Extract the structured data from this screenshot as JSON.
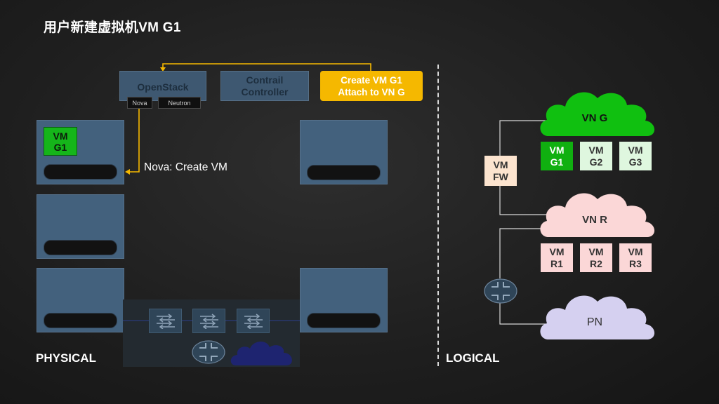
{
  "slide_title": "用户新建虚拟机VM G1",
  "physical": {
    "section_label": "PHYSICAL",
    "openstack": {
      "label": "OpenStack",
      "nova": "Nova",
      "neutron": "Neutron"
    },
    "contrail": {
      "line1": "Contrail",
      "line2": "Controller"
    },
    "command": {
      "line1": "Create VM G1",
      "line2": "Attach to VN G"
    },
    "server_vm": {
      "line1": "VM",
      "line2": "G1"
    },
    "nova_note": "Nova: Create VM"
  },
  "logical": {
    "section_label": "LOGICAL",
    "vn_g": {
      "label": "VN G",
      "vms": [
        {
          "line1": "VM",
          "line2": "G1"
        },
        {
          "line1": "VM",
          "line2": "G2"
        },
        {
          "line1": "VM",
          "line2": "G3"
        }
      ]
    },
    "vn_r": {
      "label": "VN R",
      "vms": [
        {
          "line1": "VM",
          "line2": "R1"
        },
        {
          "line1": "VM",
          "line2": "R2"
        },
        {
          "line1": "VM",
          "line2": "R3"
        }
      ]
    },
    "vm_fw": {
      "line1": "VM",
      "line2": "FW"
    },
    "pn": {
      "label": "PN"
    }
  },
  "colors": {
    "accent_yellow": "#f5b800",
    "server_blue": "#43617d",
    "vn_green": "#10c010",
    "vn_r_pink": "#fbd7d7",
    "pn_lavender": "#d5d0f0"
  },
  "icons": [
    "router-icon",
    "switch-icon",
    "cloud-icon"
  ]
}
